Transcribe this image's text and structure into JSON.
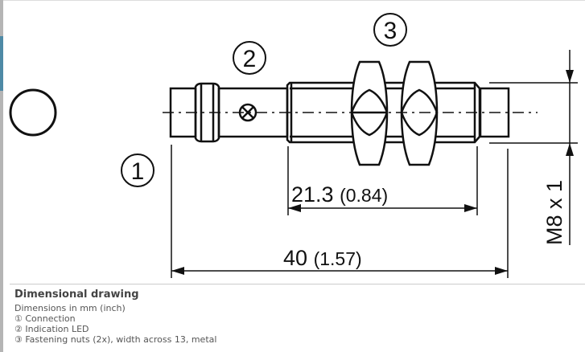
{
  "drawing": {
    "callouts": [
      "①",
      "②",
      "③"
    ],
    "dim_nuts_mm": "21.3",
    "dim_nuts_in": "(0.84)",
    "dim_total_mm": "40",
    "dim_total_in": "(1.57)",
    "thread": "M8 x 1"
  },
  "caption": {
    "title": "Dimensional drawing",
    "lines": [
      "Dimensions in mm (inch)",
      "① Connection",
      "② Indication LED",
      "③ Fastening nuts (2x), width across 13, metal"
    ]
  }
}
